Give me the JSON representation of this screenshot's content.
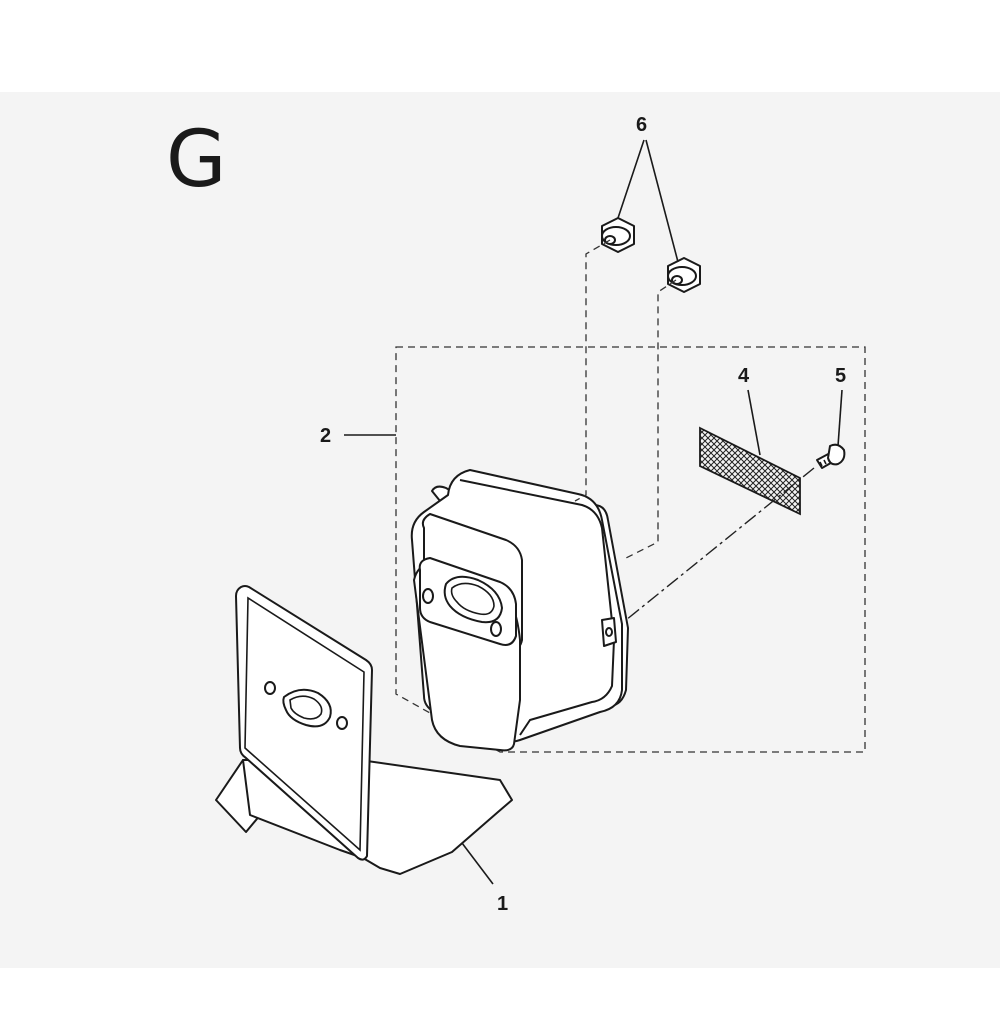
{
  "section_letter": "G",
  "callouts": {
    "c1": "1",
    "c2": "2",
    "c4": "4",
    "c5": "5",
    "c6": "6"
  },
  "parts": {
    "p1": "gasket-plate",
    "p2": "muffler-assembly",
    "p4": "spark-arrestor-screen",
    "p5": "screw",
    "p6": "nuts"
  }
}
